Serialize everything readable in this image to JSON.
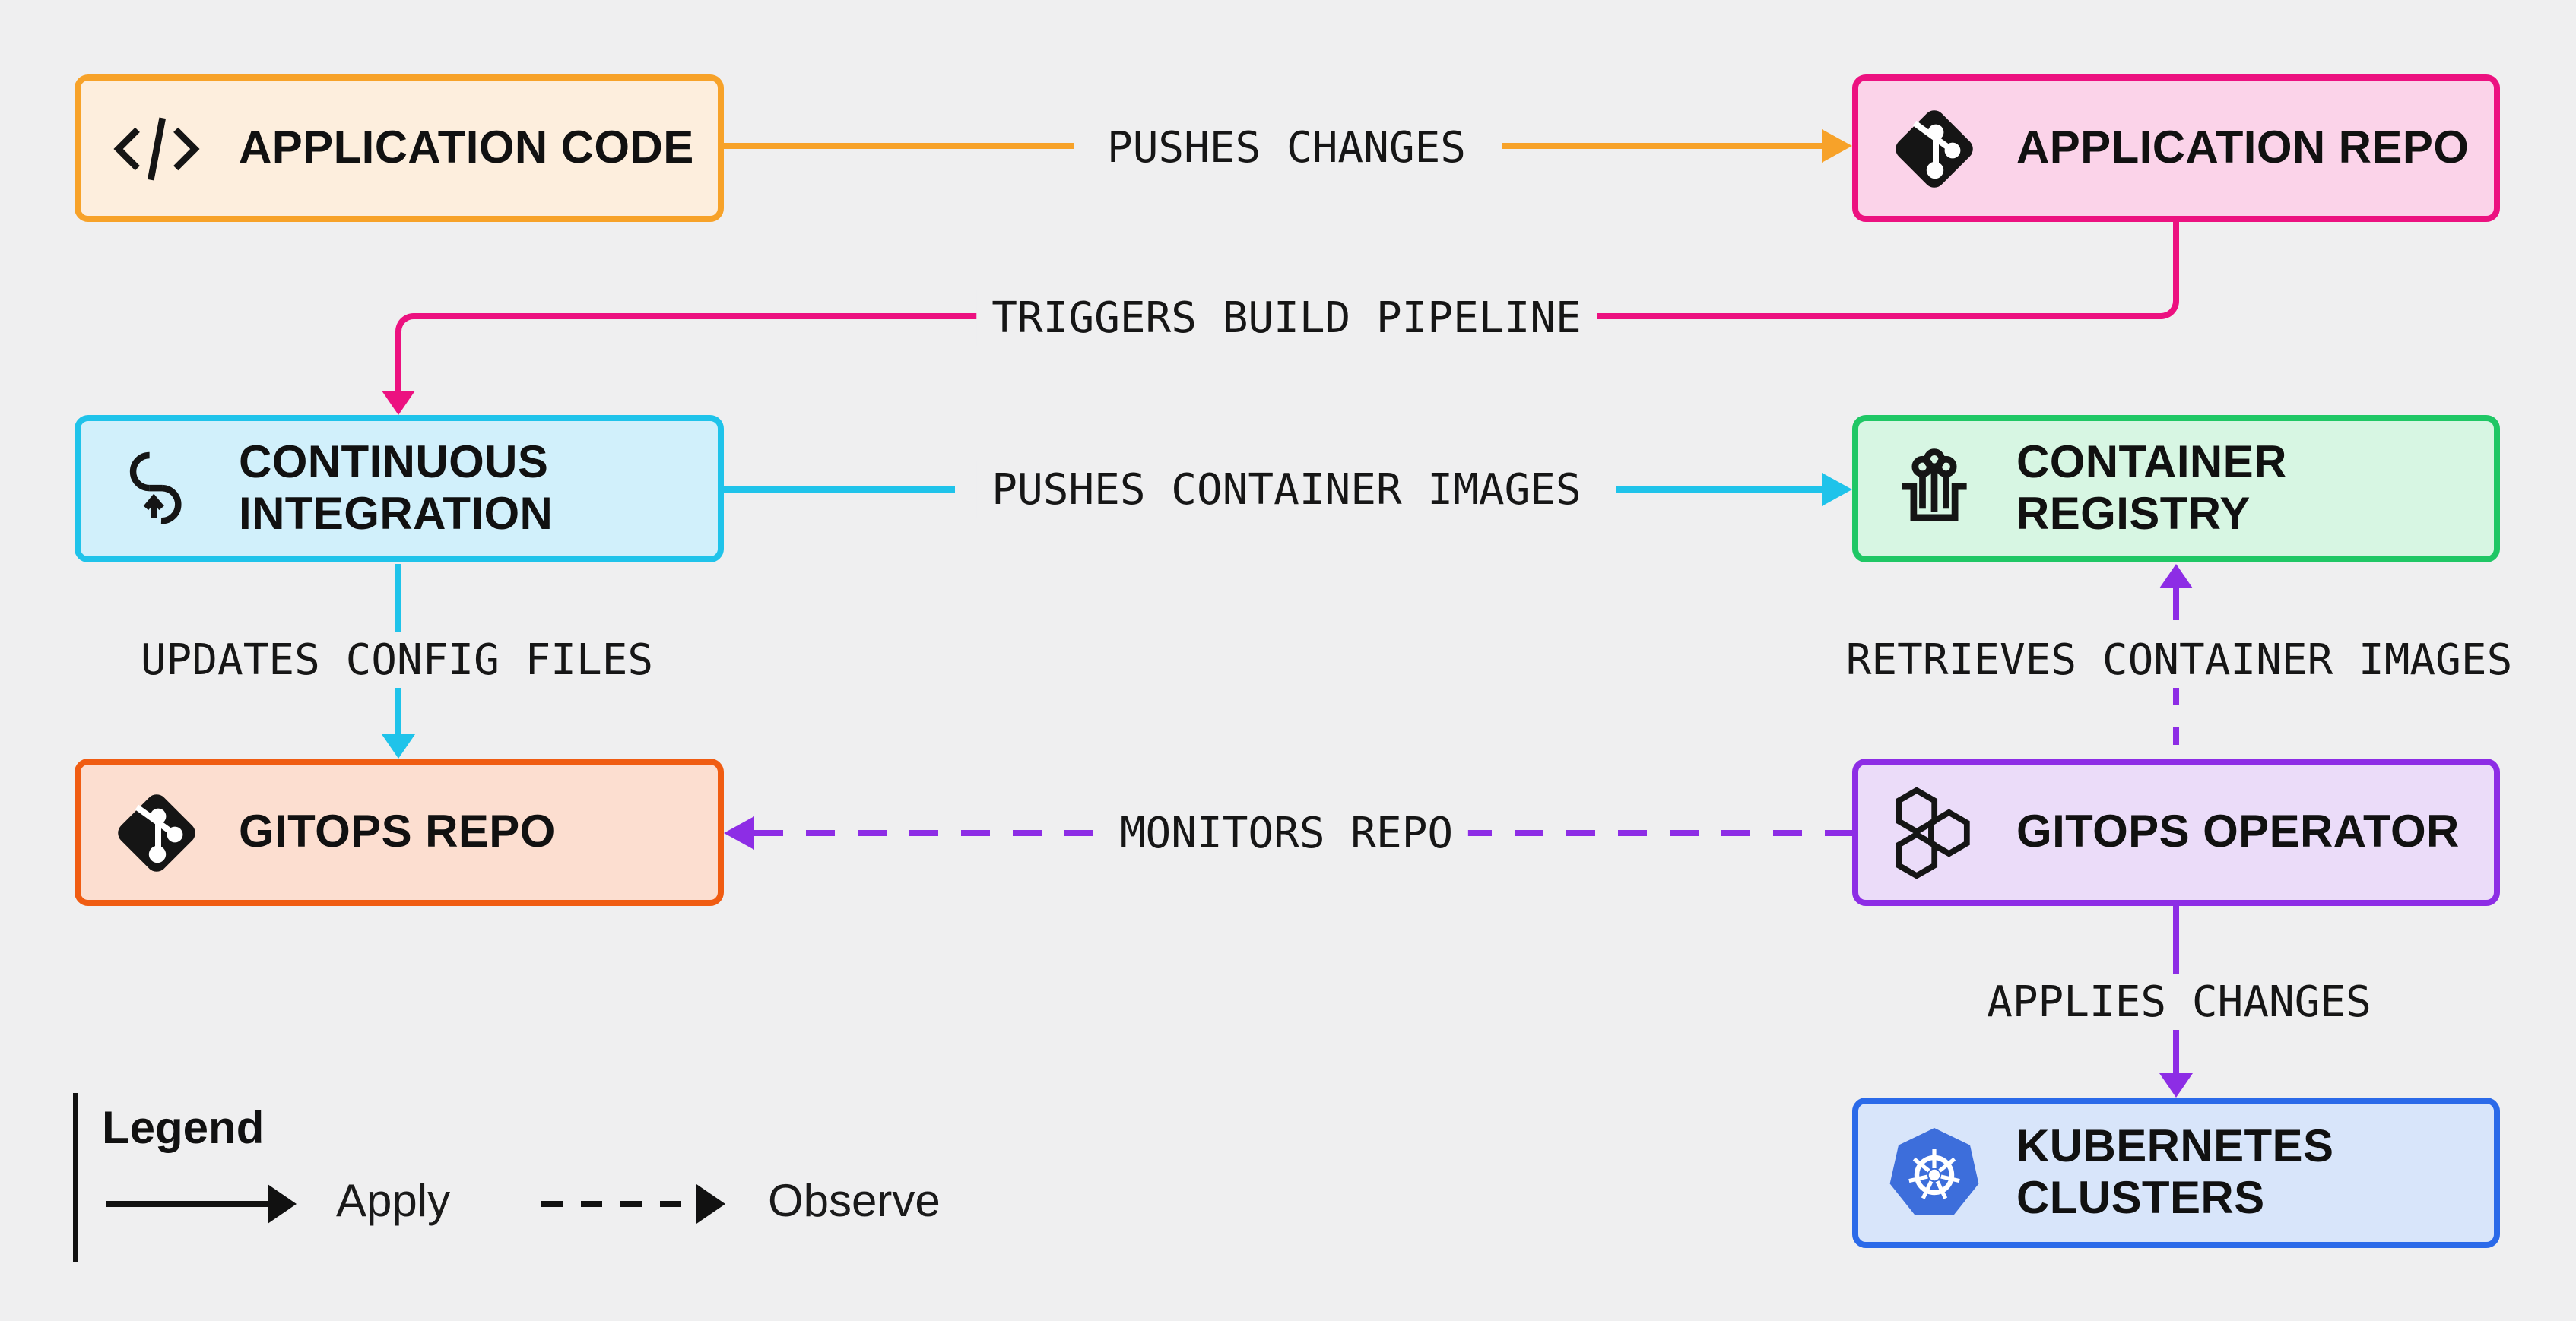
{
  "diagram": {
    "background_color": "#efeff0",
    "text_color": "#161616",
    "nodes": [
      {
        "id": "application-code",
        "label": "APPLICATION CODE",
        "icon": "code-icon",
        "border_color": "#f7a229",
        "fill_color": "#fdeedd"
      },
      {
        "id": "application-repo",
        "label": "APPLICATION REPO",
        "icon": "git-icon",
        "border_color": "#ec1180",
        "fill_color": "#fbd3e9"
      },
      {
        "id": "continuous-integration",
        "label": "CONTINUOUS\nINTEGRATION",
        "icon": "ci-loop-icon",
        "border_color": "#1fc3ea",
        "fill_color": "#d1f0fb"
      },
      {
        "id": "container-registry",
        "label": "CONTAINER\nREGISTRY",
        "icon": "registry-icon",
        "border_color": "#1fc765",
        "fill_color": "#d7f6e3"
      },
      {
        "id": "gitops-repo",
        "label": "GITOPS REPO",
        "icon": "git-icon",
        "border_color": "#f05c12",
        "fill_color": "#fcded0"
      },
      {
        "id": "gitops-operator",
        "label": "GITOPS OPERATOR",
        "icon": "hexagons-icon",
        "border_color": "#8d2de5",
        "fill_color": "#ebdcf9"
      },
      {
        "id": "kubernetes-clusters",
        "label": "KUBERNETES\nCLUSTERS",
        "icon": "kubernetes-icon",
        "border_color": "#2b6ae9",
        "fill_color": "#d8e5fa"
      }
    ],
    "edges": [
      {
        "label": "PUSHES CHANGES",
        "from": "application-code",
        "to": "application-repo",
        "style": "solid",
        "color": "#f7a229"
      },
      {
        "label": "TRIGGERS BUILD PIPELINE",
        "from": "application-repo",
        "to": "continuous-integration",
        "style": "solid",
        "color": "#ec1180"
      },
      {
        "label": "PUSHES CONTAINER IMAGES",
        "from": "continuous-integration",
        "to": "container-registry",
        "style": "solid",
        "color": "#1fc3ea"
      },
      {
        "label": "UPDATES CONFIG FILES",
        "from": "continuous-integration",
        "to": "gitops-repo",
        "style": "solid",
        "color": "#1fc3ea"
      },
      {
        "label": "RETRIEVES CONTAINER IMAGES",
        "from": "gitops-operator",
        "to": "container-registry",
        "style": "dashed",
        "color": "#8d2de5"
      },
      {
        "label": "MONITORS REPO",
        "from": "gitops-operator",
        "to": "gitops-repo",
        "style": "dashed",
        "color": "#8d2de5"
      },
      {
        "label": "APPLIES CHANGES",
        "from": "gitops-operator",
        "to": "kubernetes-clusters",
        "style": "solid",
        "color": "#8d2de5"
      }
    ],
    "legend": {
      "title": "Legend",
      "items": [
        {
          "label": "Apply",
          "line_style": "solid"
        },
        {
          "label": "Observe",
          "line_style": "dashed"
        }
      ]
    },
    "kubernetes_logo_color": "#3d6edb"
  }
}
